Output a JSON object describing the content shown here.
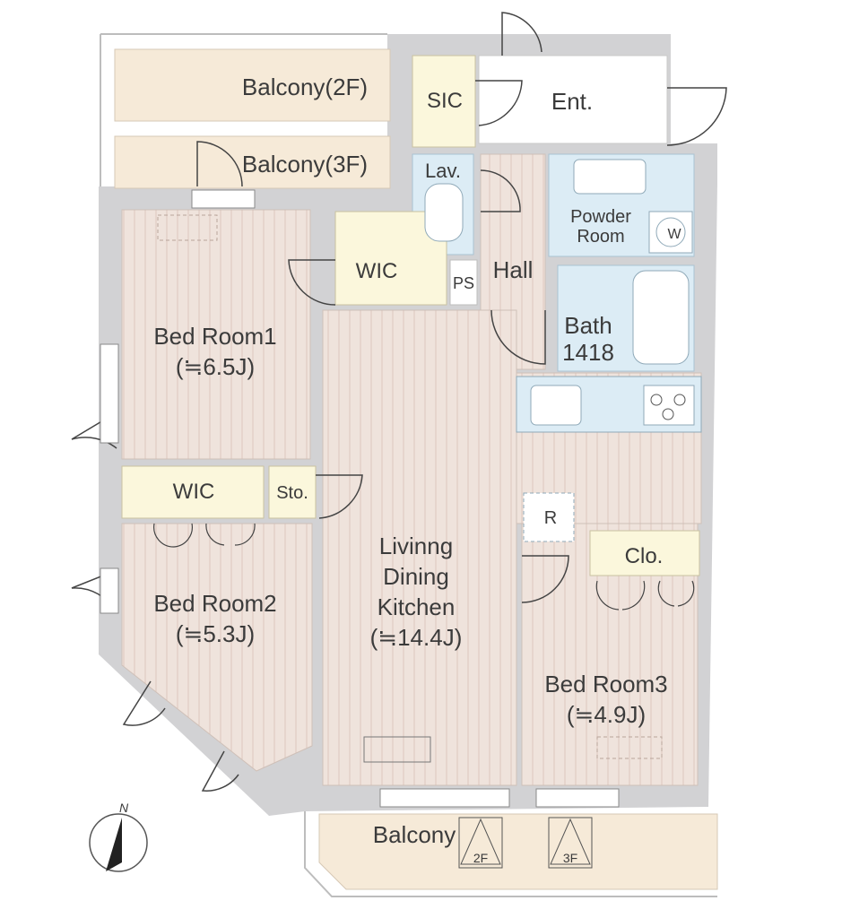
{
  "colors": {
    "wall": "#d2d2d4",
    "floor": "#efe3dc",
    "floor_stripe": "#d9c3ba",
    "balcony": "#f6ead8",
    "storage": "#fbf7dc",
    "wet_area": "#dcecf5",
    "entrance": "#ffffff",
    "text": "#3b3b3b"
  },
  "rooms": {
    "balcony_2f": "Balcony(2F)",
    "balcony_3f": "Balcony(3F)",
    "sic": "SIC",
    "entrance": "Ent.",
    "lavatory": "Lav.",
    "powder_room_line1": "Powder",
    "powder_room_line2": "Room",
    "washer": "W",
    "wic_top": "WIC",
    "ps": "PS",
    "hall": "Hall",
    "bath_line1": "Bath",
    "bath_line2": "1418",
    "bedroom1_name": "Bed Room1",
    "bedroom1_size": "(≒6.5J)",
    "wic_left": "WIC",
    "storage": "Sto.",
    "refrigerator": "R",
    "closet": "Clo.",
    "ldk_line1": "Livinng",
    "ldk_line2": "Dining",
    "ldk_line3": "Kitchen",
    "ldk_size": "(≒14.4J)",
    "bedroom2_name": "Bed Room2",
    "bedroom2_size": "(≒5.3J)",
    "bedroom3_name": "Bed Room3",
    "bedroom3_size": "(≒4.9J)",
    "balcony": "Balcony",
    "tag_2f": "2F",
    "tag_3f": "3F"
  },
  "compass": {
    "label": "N",
    "icon": "north-arrow-icon"
  }
}
